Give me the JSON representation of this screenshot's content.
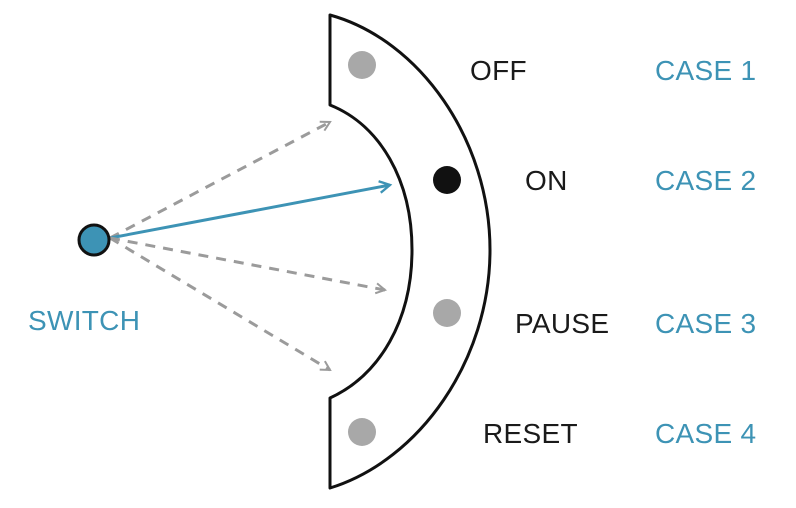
{
  "switch": {
    "label": "SWITCH"
  },
  "states": [
    {
      "label": "OFF",
      "case_label": "CASE 1",
      "active": false
    },
    {
      "label": "ON",
      "case_label": "CASE 2",
      "active": true
    },
    {
      "label": "PAUSE",
      "case_label": "CASE 3",
      "active": false
    },
    {
      "label": "RESET",
      "case_label": "CASE 4",
      "active": false
    }
  ],
  "colors": {
    "accent": "#3d93b5",
    "inactive_dot": "#a8a8a8",
    "active_dot": "#111111",
    "dashed_arrow": "#9b9b9b",
    "outline": "#111111"
  }
}
